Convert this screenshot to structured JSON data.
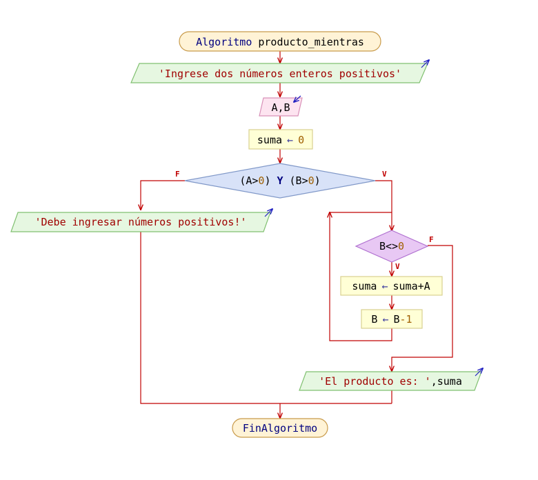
{
  "flowchart": {
    "start": {
      "keyword": "Algoritmo",
      "name": "producto_mientras"
    },
    "prompt_output": "'Ingrese dos números enteros positivos'",
    "input_vars": "A,B",
    "init": {
      "var": "suma",
      "arrow": "←",
      "value": "0"
    },
    "condition": {
      "open1": "(",
      "a": "A",
      "gt1": ">",
      "zero1": "0",
      "close1": ")",
      "and": "Y",
      "open2": "(",
      "b": "B",
      "gt2": ">",
      "zero2": "0",
      "close2": ")",
      "true_label": "V",
      "false_label": "F"
    },
    "error_output": "'Debe ingresar números positivos!'",
    "loop": {
      "cond_var": "B",
      "cond_op": "<>",
      "cond_val": "0",
      "true_label": "V",
      "false_label": "F",
      "body1": {
        "var": "suma",
        "arrow": "←",
        "expr": "suma+A"
      },
      "body2": {
        "var": "B",
        "arrow": "←",
        "lhs": "B",
        "minus": "-",
        "one": "1"
      }
    },
    "result_output": {
      "text": "'El producto es: '",
      "sep": ",",
      "var": "suma"
    },
    "end": {
      "keyword": "FinAlgoritmo"
    }
  },
  "colors": {
    "flow_line": "#c00000",
    "terminal_fill": "#fff3d6",
    "terminal_stroke": "#c89a4a",
    "output_fill": "#e6f7e1",
    "output_stroke": "#80c070",
    "input_fill": "#fde4f0",
    "input_stroke": "#d890b8",
    "process_fill": "#ffffd6",
    "process_stroke": "#d8d090",
    "decision_fill": "#d8e2f8",
    "decision_stroke": "#8098c8",
    "loop_fill": "#e8c8f4",
    "loop_stroke": "#b070d0"
  }
}
